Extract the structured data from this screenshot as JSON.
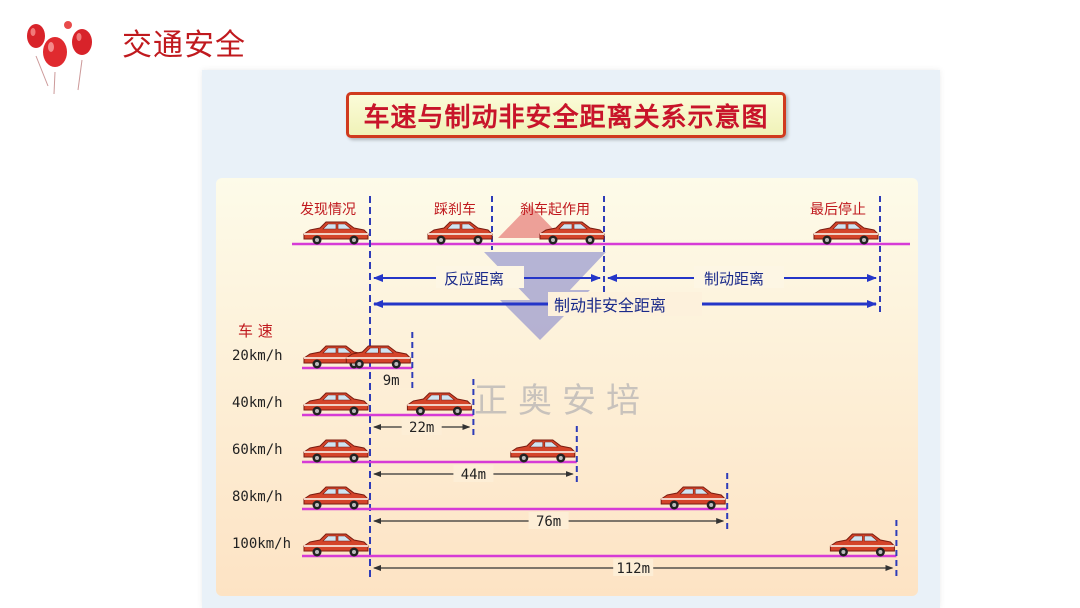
{
  "header": {
    "title": "交通安全"
  },
  "diagram": {
    "title": "车速与制动非安全距离关系示意图",
    "top_labels": {
      "discover": "发现情况",
      "brake_press": "踩刹车",
      "brake_effect": "刹车起作用",
      "stop": "最后停止"
    },
    "reaction_distance": "反应距离",
    "braking_distance": "制动距离",
    "unsafe_distance": "制动非安全距离",
    "speed_axis_label": "车 速",
    "rows": [
      {
        "speed": "20km/h",
        "distance": "9m",
        "distance_value": 9
      },
      {
        "speed": "40km/h",
        "distance": "22m",
        "distance_value": 22
      },
      {
        "speed": "60km/h",
        "distance": "44m",
        "distance_value": 44
      },
      {
        "speed": "80km/h",
        "distance": "76m",
        "distance_value": 76
      },
      {
        "speed": "100km/h",
        "distance": "112m",
        "distance_value": 112
      }
    ],
    "watermark": "正奥安培",
    "colors": {
      "accent_red": "#c0191e",
      "road_line": "#d63bd6",
      "arrow_blue": "#2436c8",
      "dash_blue": "#2e3cb8",
      "car_body": "#d4442a"
    }
  }
}
